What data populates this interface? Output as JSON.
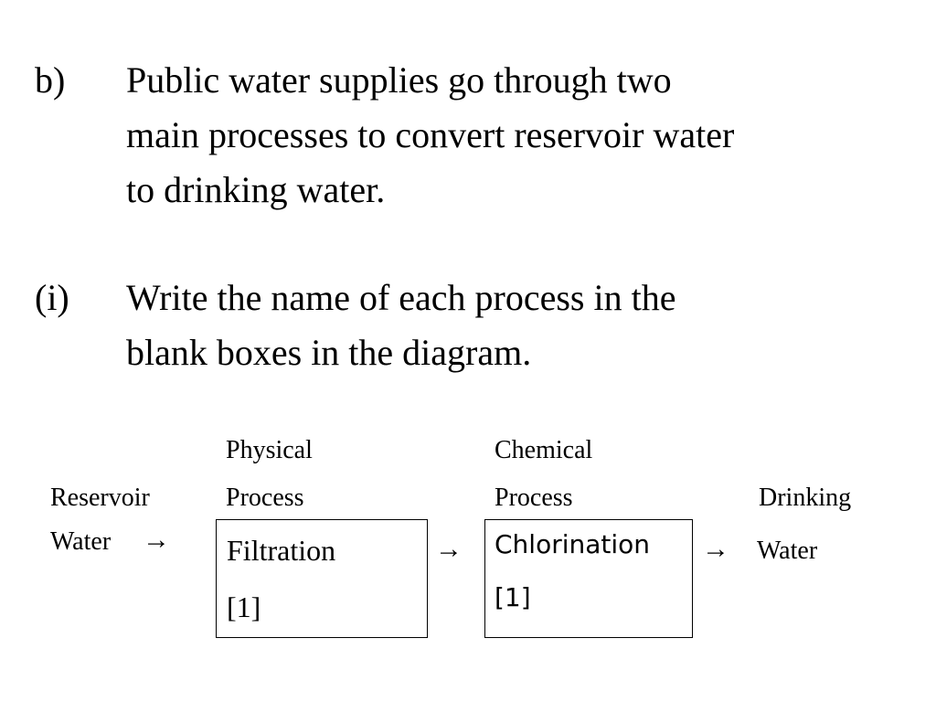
{
  "question_b": {
    "label": "b)",
    "lines": [
      "Public water supplies go through two",
      "main processes to convert reservoir water",
      "to drinking water."
    ]
  },
  "question_i": {
    "label": "(i)",
    "lines": [
      "Write the name of each process in the",
      "blank boxes in the diagram."
    ]
  },
  "diagram": {
    "source": {
      "line1": "Reservoir",
      "line2": "Water"
    },
    "arrows": [
      "→",
      "→",
      "→"
    ],
    "physical": {
      "heading1": "Physical",
      "heading2": "Process",
      "answer": "Filtration",
      "marks": "[1]"
    },
    "chemical": {
      "heading1": "Chemical",
      "heading2": "Process",
      "answer": "Chlorination",
      "marks": "[1]"
    },
    "output": {
      "line1": "Drinking",
      "line2": "Water"
    }
  }
}
